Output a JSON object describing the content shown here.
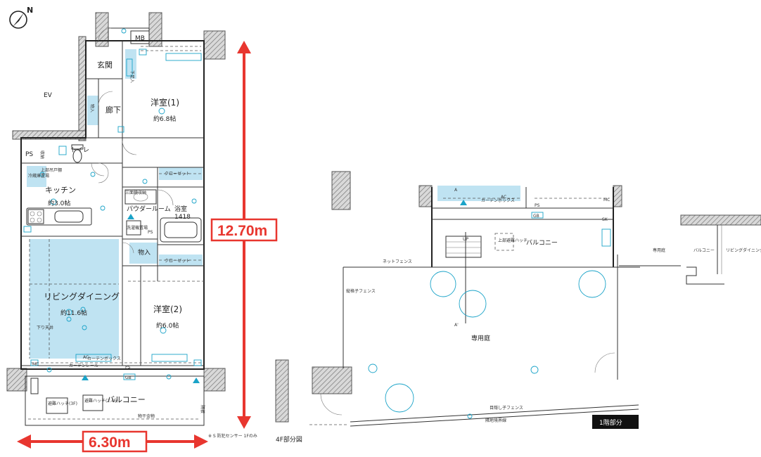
{
  "compass": {
    "label": "N"
  },
  "unit_4f": {
    "rooms": {
      "mb": "MB",
      "genkan": "玄関",
      "shoe": "下足入",
      "mono1": "物入",
      "rouka": "廊下",
      "youshitsu1_name": "洋室(1)",
      "youshitsu1_size": "約6.8帖",
      "ev": "EV",
      "ps1": "PS",
      "toilet": "トイレ",
      "shuno": "収納",
      "reizoko": "冷蔵庫置場",
      "kitchen_name": "キッチン",
      "kitchen_size": "約3.0帖",
      "closet1": "クローゼット",
      "powder": "パウダールーム",
      "sanmen": "三面鏡収納",
      "yokushitsu_name": "浴室",
      "yokushitsu_size": "1418",
      "sentaku": "洗濯機置場",
      "ps2": "PS",
      "mono2": "物入",
      "closet2": "クローゼット",
      "living_name": "リビングダイニング",
      "living_size": "約11.6帖",
      "youshitsu2_name": "洋室(2)",
      "youshitsu2_size": "約6.0帖",
      "balcony": "バルコニー",
      "hinan1": "避難ハッチ(3F)",
      "hinan2": "避難ハッチ(2.4F)",
      "ps3": "PS",
      "gb": "GB",
      "curtain": "カーテンレール",
      "curtain_box": "カーテンボックス",
      "ac": "AC",
      "mc": "MC",
      "monohoshi": "物干金物",
      "sagari": "下り天井",
      "jougehanto": "上部吊戸棚",
      "kanshikiri": "隔板"
    },
    "caption": "4F部分図",
    "note": "※ S 防犯センサー 1Fのみ"
  },
  "unit_1f": {
    "balcony": "バルコニー",
    "garden": "専用庭",
    "hinan": "上部避難ハッチ",
    "net_fence": "ネットフェンス",
    "tate_fence": "縦格子フェンス",
    "yokosan": "目隠し子フェンス",
    "border": "隣地境界線",
    "gb": "GB",
    "ps": "PS",
    "sk": "SK",
    "mc": "MC",
    "ac": "AC",
    "section_a": "A",
    "section_a2": "A'",
    "up": "UP",
    "curtain_box": "カーテンボックス",
    "caption": "1階部分"
  },
  "right_mini": {
    "garden": "専用庭",
    "balcony": "バルコニー",
    "living": "リビングダイニング"
  },
  "dimensions": {
    "height": "12.70m",
    "width": "6.30m"
  },
  "colors": {
    "accent_red": "#e8362f",
    "fixture_blue": "#1aa3c8",
    "wet_area": "#bfe3f2"
  }
}
